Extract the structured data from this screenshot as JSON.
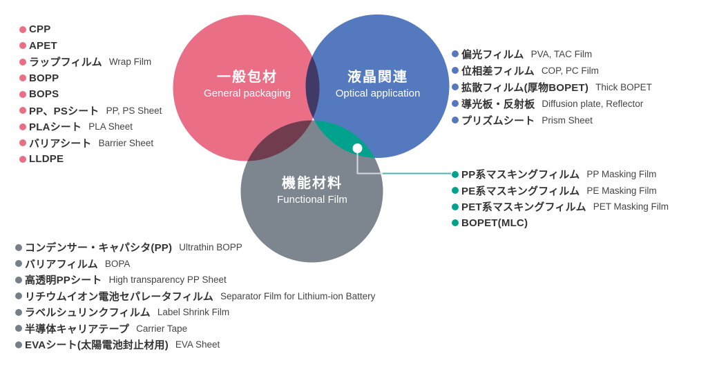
{
  "venn": {
    "circles": {
      "general": {
        "jp": "一般包材",
        "en": "General packaging",
        "color": "#EA6F86"
      },
      "optical": {
        "jp": "液晶関連",
        "en": "Optical application",
        "color": "#5579BF"
      },
      "functional": {
        "jp": "機能材料",
        "en": "Functional Film",
        "color": "#7D858E"
      }
    },
    "overlaps": {
      "general_optical": "#413A66",
      "general_functional": "#713C4E",
      "optical_functional": "#00A28E",
      "center": "#2E5252"
    },
    "connector": {
      "dot_color": "#FFFFFF",
      "line_white": "#D5DADD",
      "line_teal": "#4FB5A8"
    }
  },
  "lists": {
    "general": {
      "bullet_color": "#EA6F86",
      "items": [
        {
          "jp": "CPP",
          "en": ""
        },
        {
          "jp": "APET",
          "en": ""
        },
        {
          "jp": "ラップフィルム",
          "en": "Wrap Film"
        },
        {
          "jp": "BOPP",
          "en": ""
        },
        {
          "jp": "BOPS",
          "en": ""
        },
        {
          "jp": "PP、PSシート",
          "en": "PP, PS Sheet"
        },
        {
          "jp": "PLAシート",
          "en": "PLA Sheet"
        },
        {
          "jp": "バリアシート",
          "en": "Barrier Sheet"
        },
        {
          "jp": "LLDPE",
          "en": ""
        }
      ]
    },
    "optical": {
      "bullet_color": "#5579BF",
      "items": [
        {
          "jp": "偏光フィルム",
          "en": "PVA, TAC Film"
        },
        {
          "jp": "位相差フィルム",
          "en": "COP, PC Film"
        },
        {
          "jp": "拡散フィルム(厚物BOPET)",
          "en": "Thick BOPET"
        },
        {
          "jp": "導光板・反射板",
          "en": "Diffusion plate, Reflector"
        },
        {
          "jp": "プリズムシート",
          "en": "Prism Sheet"
        }
      ]
    },
    "masking": {
      "bullet_color": "#00A28E",
      "items": [
        {
          "jp": "PP系マスキングフィルム",
          "en": "PP Masking Film"
        },
        {
          "jp": "PE系マスキングフィルム",
          "en": "PE Masking Film"
        },
        {
          "jp": "PET系マスキングフィルム",
          "en": "PET Masking Film"
        },
        {
          "jp": "BOPET(MLC)",
          "en": ""
        }
      ]
    },
    "functional": {
      "bullet_color": "#767F88",
      "items": [
        {
          "jp": "コンデンサー・キャパシタ(PP)",
          "en": "Ultrathin BOPP"
        },
        {
          "jp": "バリアフィルム",
          "en": "BOPA"
        },
        {
          "jp": "高透明PPシート",
          "en": "High transparency PP Sheet"
        },
        {
          "jp": "リチウムイオン電池セパレータフィルム",
          "en": "Separator Film for Lithium-ion Battery"
        },
        {
          "jp": "ラベルシュリンクフィルム",
          "en": "Label Shrink Film"
        },
        {
          "jp": "半導体キャリアテープ",
          "en": "Carrier Tape"
        },
        {
          "jp": "EVAシート(太陽電池封止材用)",
          "en": "EVA Sheet"
        }
      ]
    }
  }
}
